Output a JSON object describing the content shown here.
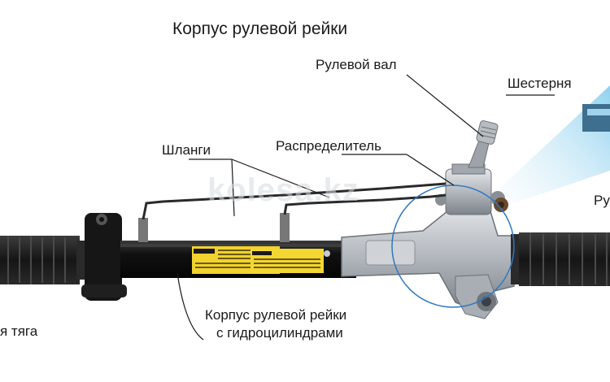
{
  "diagram": {
    "title": "Корпус рулевой рейки",
    "labels": {
      "steering_shaft": "Рулевой вал",
      "gear": "Шестерня",
      "hoses": "Шланги",
      "valve": "Распределитель",
      "rack_cut": "Ру",
      "tie_rod": "я тяга",
      "housing_line1": "Корпус рулевой рейки",
      "housing_line2": "с гидроцилиндрами"
    },
    "watermark": "kolesa.kz"
  },
  "colors": {
    "rubber_boot": "#1b1b1b",
    "tube": "#0f0f0f",
    "aluminum": "#b9bec4",
    "steel": "#8d9298",
    "sticker": "#f2d22e",
    "circle_accent": "#2f76c4",
    "zoom_beam": "#bfe6f6"
  }
}
